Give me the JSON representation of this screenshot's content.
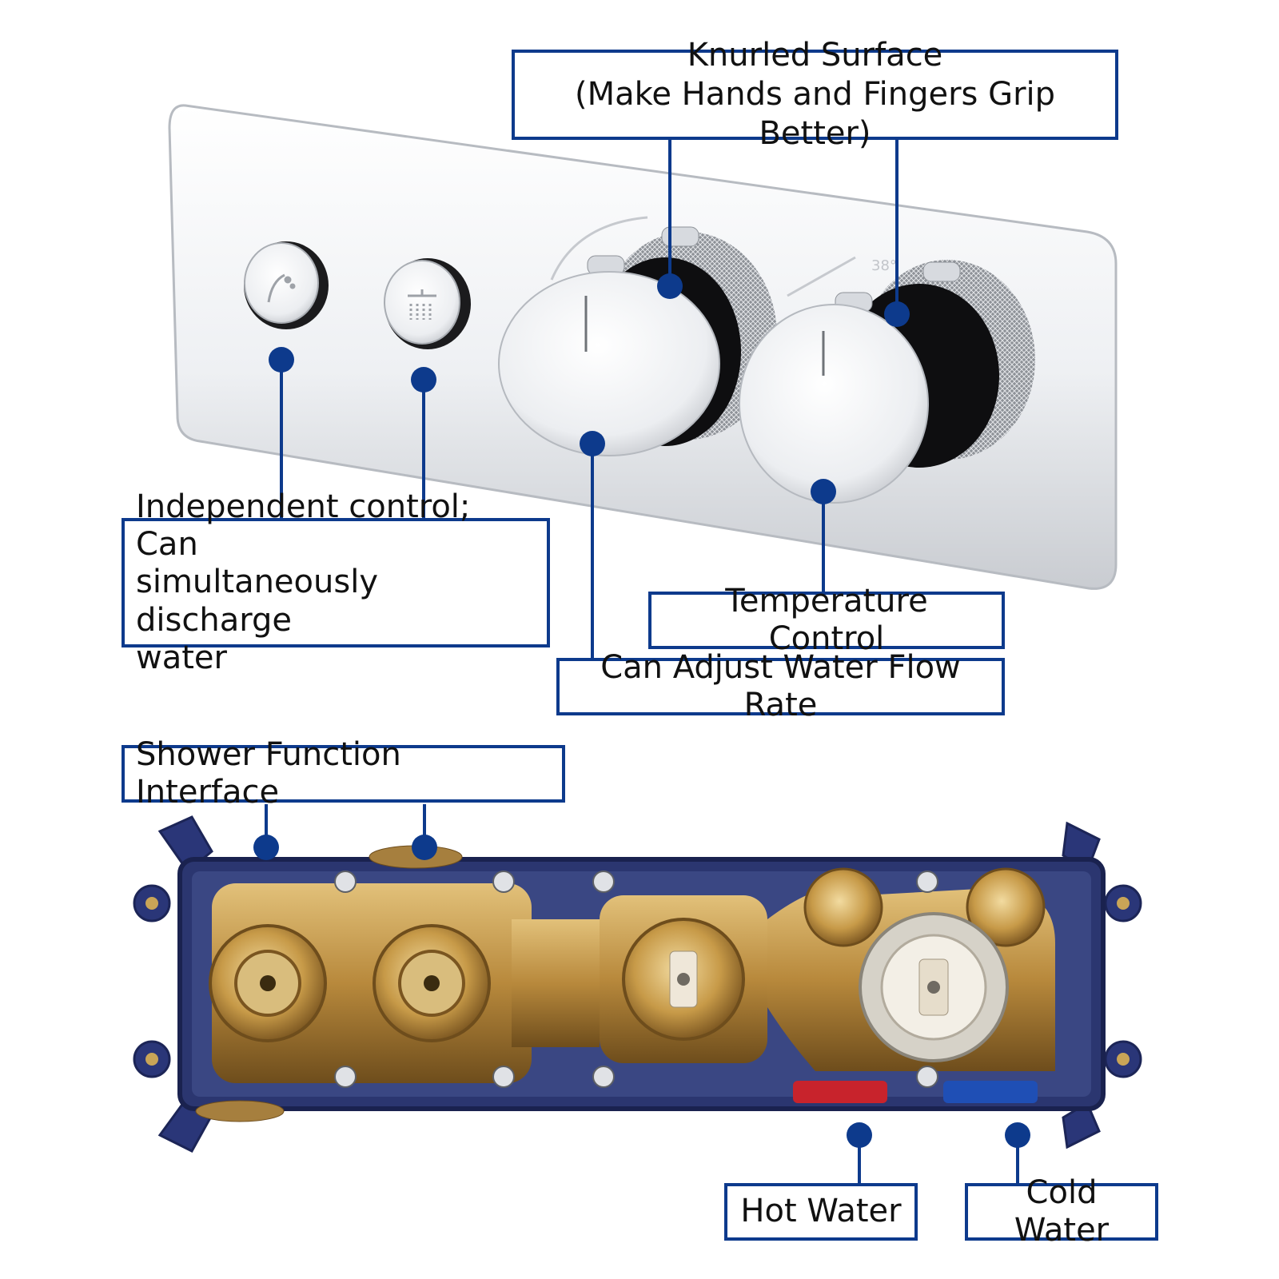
{
  "colors": {
    "callout": "#0d3a8c",
    "chrome_light": "#f4f5f7",
    "chrome_dark": "#6f7378",
    "brass": "#b8893c",
    "housing": "#26326b",
    "hot": "#c8232c",
    "cold": "#1f4fb5"
  },
  "icons": [
    "hand-shower-icon",
    "rain-shower-icon"
  ],
  "scale_marks": "38°",
  "labels": {
    "knurled": "Knurled Surface\n(Make Hands and Fingers Grip Better)",
    "independent": "Independent control; Can\nsimultaneously discharge\nwater",
    "temperature": "Temperature Control",
    "flow": "Can Adjust Water Flow Rate",
    "shower_interface": "Shower Function Interface",
    "hot": "Hot Water",
    "cold": "Cold Water"
  }
}
